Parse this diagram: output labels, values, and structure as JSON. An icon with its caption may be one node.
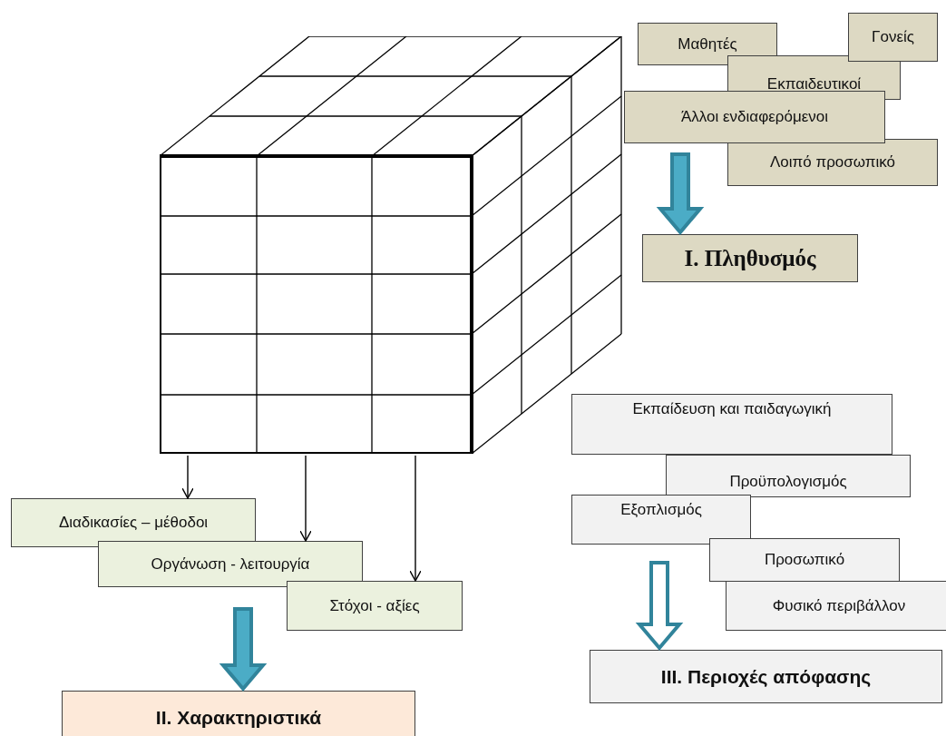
{
  "diagram": {
    "nodes": [
      {
        "text": [],
        "shape": "cube"
      },
      {
        "text": [
          "Μαθητές"
        ]
      },
      {
        "text": [
          "Γονείς"
        ]
      },
      {
        "text": [
          "Εκπαιδευτικοί"
        ]
      },
      {
        "text": [
          "Άλλοι ενδιαφερόμενοι"
        ]
      },
      {
        "text": [
          "Λοιπό προσωπικό"
        ]
      },
      {
        "text": [
          "Ι. Πληθυσμός"
        ]
      },
      {
        "text": [
          "Διαδικασίες – μέθοδοι"
        ]
      },
      {
        "text": [
          "Οργάνωση - λειτουργία"
        ]
      },
      {
        "text": [
          "Στόχοι - αξίες"
        ]
      },
      {
        "text": [
          "ΙΙ. Χαρακτηριστικά"
        ]
      },
      {
        "text": [
          "Εκπαίδευση και παιδαγωγική"
        ]
      },
      {
        "text": [
          "Προϋπολογισμός"
        ]
      },
      {
        "text": [
          "Εξοπλισμός"
        ]
      },
      {
        "text": [
          "Προσωπικό"
        ]
      },
      {
        "text": [
          "Φυσικό περιβάλλον"
        ]
      },
      {
        "text": [
          "ΙΙΙ. Περιοχές απόφασης"
        ]
      }
    ],
    "edges": [
      {
        "from": 0,
        "to": 7,
        "arrow": "to"
      },
      {
        "from": 0,
        "to": 8,
        "arrow": "to"
      },
      {
        "from": 0,
        "to": 9,
        "arrow": "to"
      },
      {
        "from": null,
        "to": 6,
        "arrow": "to",
        "style": "thick",
        "color": "#4bacc6"
      },
      {
        "from": null,
        "to": 10,
        "arrow": "to",
        "style": "thick",
        "color": "#4bacc6"
      },
      {
        "from": null,
        "to": 16,
        "arrow": "to",
        "style": "thick",
        "color": "#ffffff"
      }
    ]
  }
}
